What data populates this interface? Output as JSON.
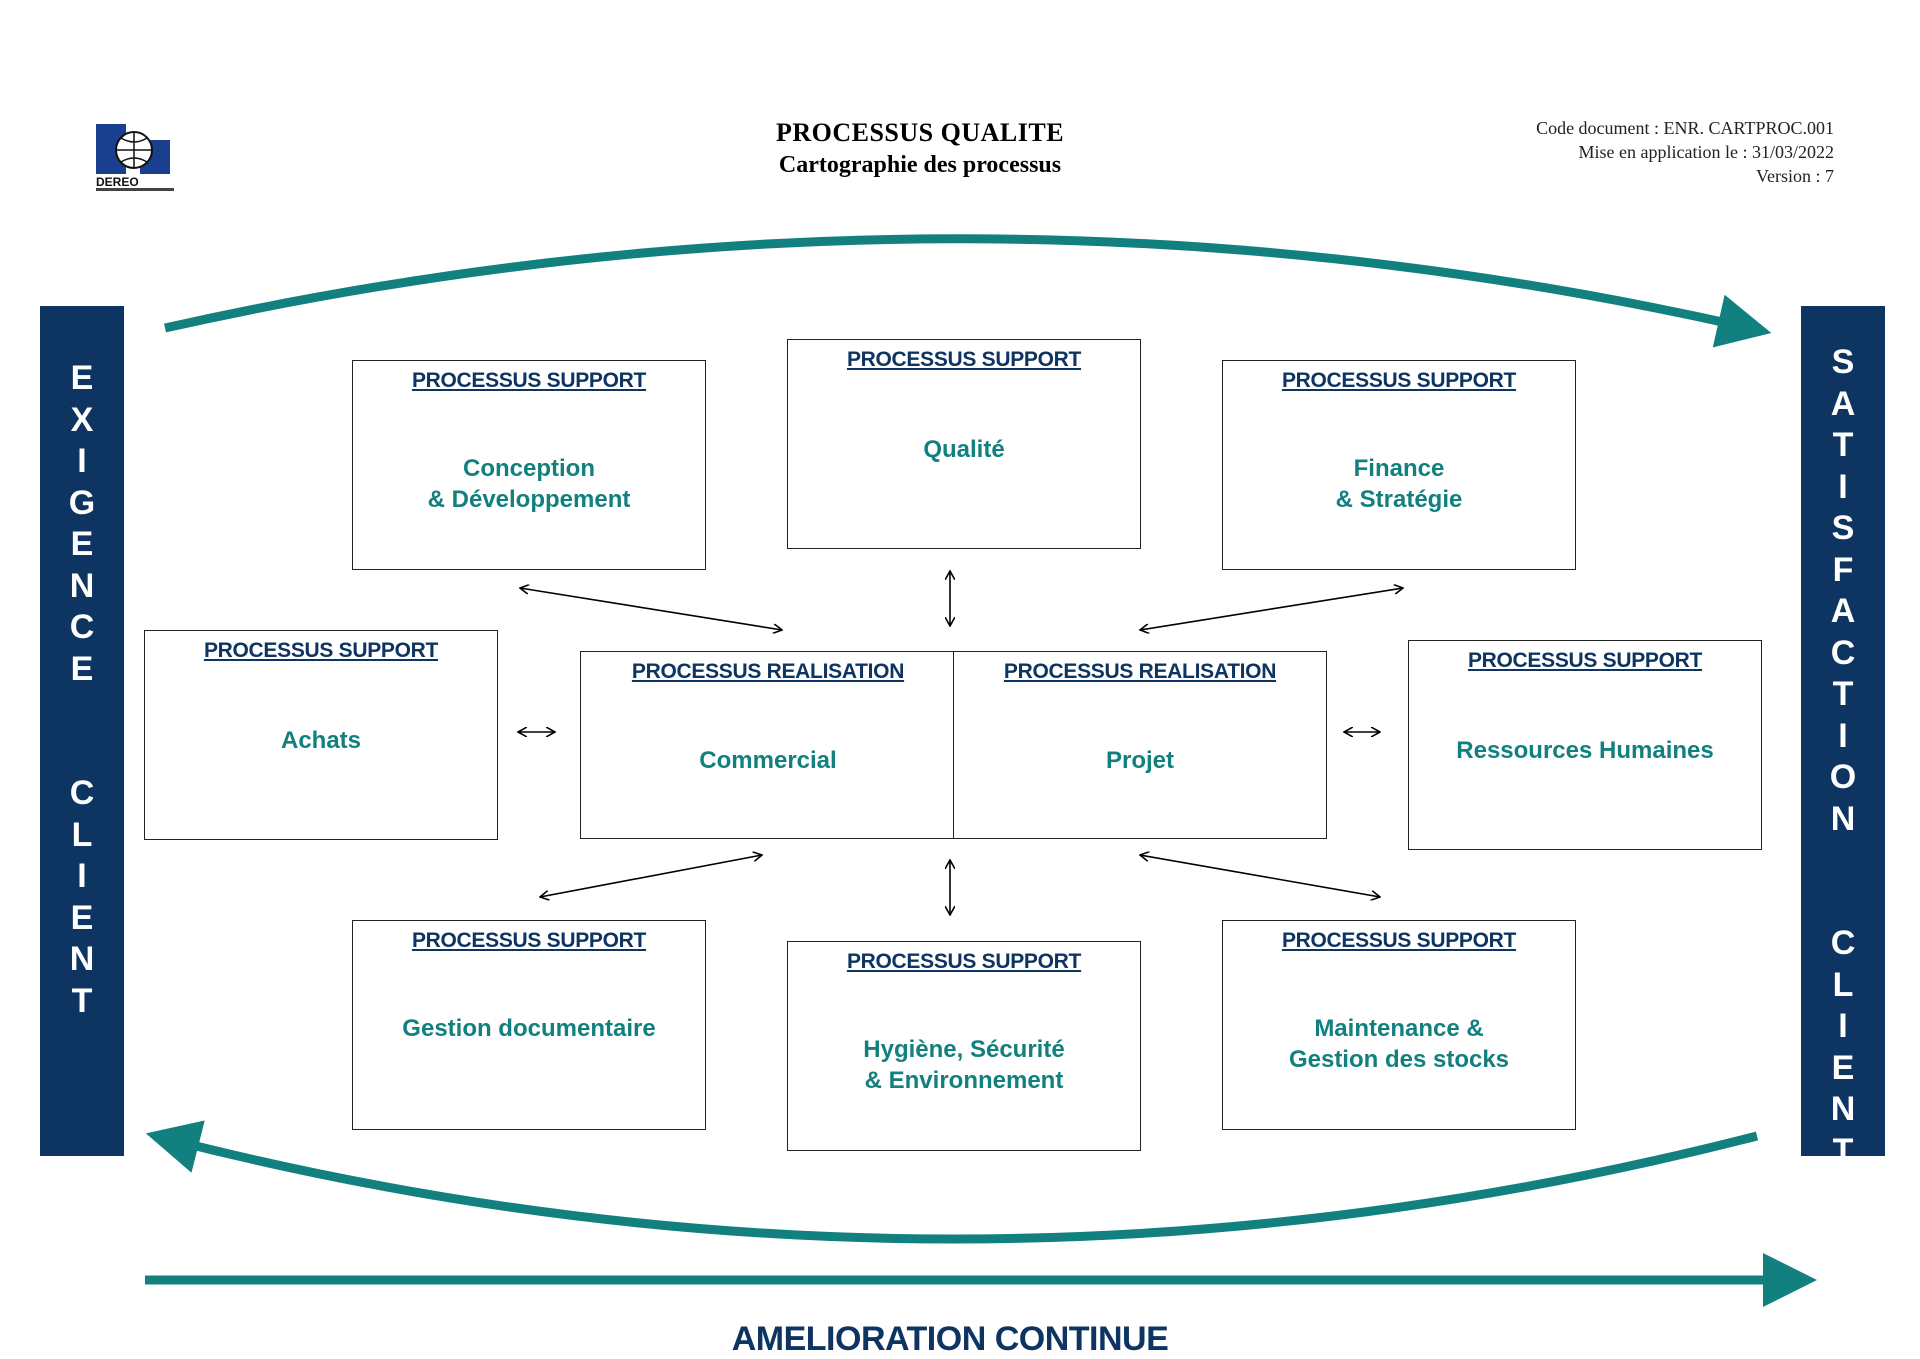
{
  "header": {
    "title": "PROCESSUS QUALITE",
    "subtitle": "Cartographie des processus",
    "code_document": "Code document : ENR. CARTPROC.001",
    "mise_en_application": "Mise en application le : 31/03/2022",
    "version": "Version : 7"
  },
  "logo": {
    "text": "DEREO"
  },
  "side_bars": {
    "left": {
      "word1": "EXIGENCE",
      "word2": "CLIENT"
    },
    "right": {
      "word1": "SATISFACTION",
      "word2": "CLIENT"
    }
  },
  "processes": {
    "conception": {
      "type": "PROCESSUS SUPPORT",
      "name": "Conception\n& Développement"
    },
    "qualite": {
      "type": "PROCESSUS SUPPORT",
      "name": "Qualité"
    },
    "finance": {
      "type": "PROCESSUS SUPPORT",
      "name": "Finance\n& Stratégie"
    },
    "achats": {
      "type": "PROCESSUS SUPPORT",
      "name": "Achats"
    },
    "commercial": {
      "type": "PROCESSUS REALISATION",
      "name": "Commercial"
    },
    "projet": {
      "type": "PROCESSUS REALISATION",
      "name": "Projet"
    },
    "rh": {
      "type": "PROCESSUS SUPPORT",
      "name": "Ressources Humaines"
    },
    "gestion_doc": {
      "type": "PROCESSUS SUPPORT",
      "name": "Gestion documentaire"
    },
    "hse": {
      "type": "PROCESSUS SUPPORT",
      "name": "Hygiène, Sécurité\n& Environnement"
    },
    "maintenance": {
      "type": "PROCESSUS SUPPORT",
      "name": "Maintenance &\nGestion des stocks"
    }
  },
  "footer": {
    "label": "AMELIORATION CONTINUE"
  },
  "colors": {
    "navy": "#0e3461",
    "teal": "#138080"
  }
}
